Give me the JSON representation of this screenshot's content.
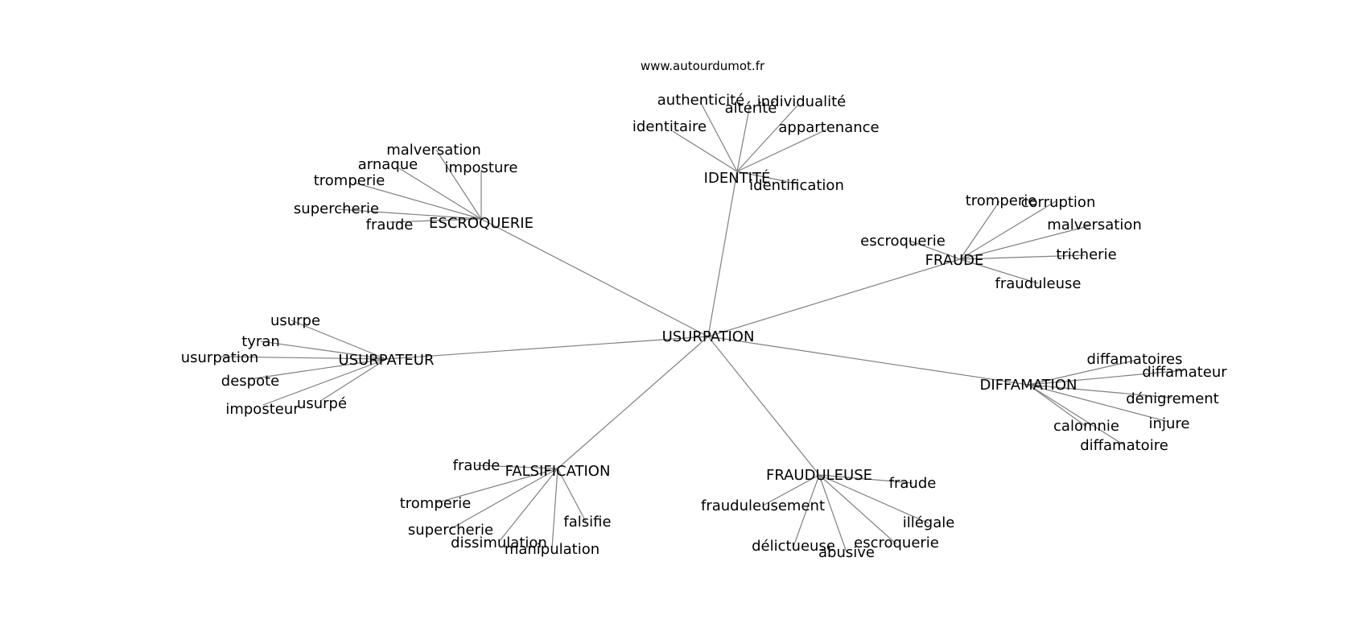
{
  "source": "www.autourdumot.fr",
  "center": {
    "label": "USURPATION"
  },
  "clusters": [
    {
      "id": "identite",
      "label": "IDENTITÉ",
      "leaves": [
        "identitaire",
        "authenticité",
        "altérité",
        "individualité",
        "appartenance",
        "identification"
      ]
    },
    {
      "id": "escroquerie",
      "label": "ESCROQUERIE",
      "leaves": [
        "malversation",
        "arnaque",
        "imposture",
        "tromperie",
        "supercherie",
        "fraude"
      ]
    },
    {
      "id": "fraude",
      "label": "FRAUDE",
      "leaves": [
        "tromperie",
        "corruption",
        "malversation",
        "escroquerie",
        "tricherie",
        "frauduleuse"
      ]
    },
    {
      "id": "usurpateur",
      "label": "USURPATEUR",
      "leaves": [
        "usurpe",
        "tyran",
        "usurpation",
        "despote",
        "imposteur",
        "usurpé"
      ]
    },
    {
      "id": "diffamation",
      "label": "DIFFAMATION",
      "leaves": [
        "diffamatoires",
        "diffamateur",
        "dénigrement",
        "injure",
        "calomnie",
        "diffamatoire"
      ]
    },
    {
      "id": "falsification",
      "label": "FALSIFICATION",
      "leaves": [
        "fraude",
        "tromperie",
        "supercherie",
        "dissimulation",
        "manipulation",
        "falsifie"
      ]
    },
    {
      "id": "frauduleuse",
      "label": "FRAUDULEUSE",
      "leaves": [
        "fraude",
        "frauduleusement",
        "illégale",
        "délictueuse",
        "abusive",
        "escroquerie"
      ]
    }
  ]
}
